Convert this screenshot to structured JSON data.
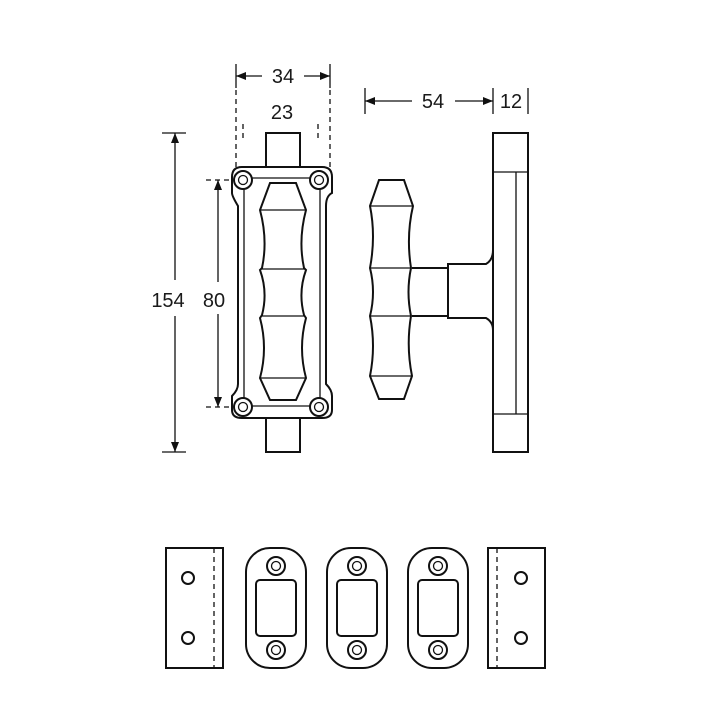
{
  "dimensions": {
    "overall_width": "34",
    "inner_width": "23",
    "projection": "54",
    "plate_thickness": "12",
    "overall_height": "154",
    "hole_spacing": "80"
  }
}
